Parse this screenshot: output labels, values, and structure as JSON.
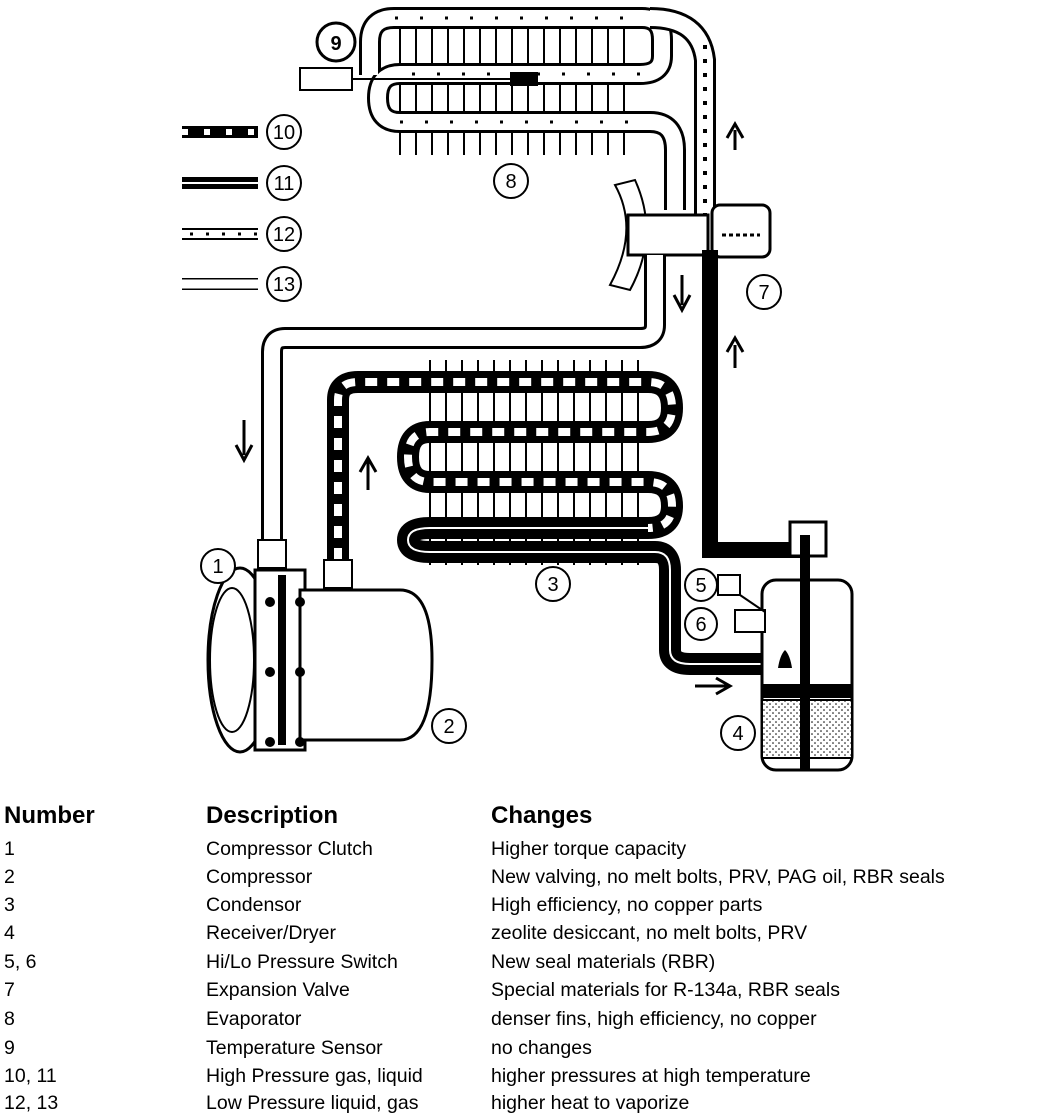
{
  "legend": {
    "items": [
      {
        "label": "10",
        "style": "high-pressure-gas"
      },
      {
        "label": "11",
        "style": "high-pressure-liquid"
      },
      {
        "label": "12",
        "style": "low-pressure-liquid"
      },
      {
        "label": "13",
        "style": "low-pressure-gas"
      }
    ]
  },
  "callouts": {
    "c1": "1",
    "c2": "2",
    "c3": "3",
    "c4": "4",
    "c5": "5",
    "c6": "6",
    "c7": "7",
    "c8": "8",
    "c9": "9"
  },
  "table": {
    "headers": {
      "number": "Number",
      "description": "Description",
      "changes": "Changes"
    },
    "rows": [
      {
        "number": "1",
        "description": "Compressor  Clutch",
        "changes": "Higher torque capacity"
      },
      {
        "number": "2",
        "description": "Compressor",
        "changes": "New valving, no melt bolts, PRV, PAG oil, RBR seals"
      },
      {
        "number": "3",
        "description": "Condensor",
        "changes": "High efficiency, no copper parts"
      },
      {
        "number": "4",
        "description": "Receiver/Dryer",
        "changes": "zeolite desiccant, no melt bolts, PRV"
      },
      {
        "number": "5, 6",
        "description": "Hi/Lo Pressure Switch",
        "changes": "New seal materials (RBR)"
      },
      {
        "number": "7",
        "description": "Expansion  Valve",
        "changes": "Special materials for R-134a, RBR seals"
      },
      {
        "number": "8",
        "description": "Evaporator",
        "changes": "denser fins, high efficiency, no copper"
      },
      {
        "number": "9",
        "description": "Temperature  Sensor",
        "changes": "no changes"
      },
      {
        "number": "10, 11",
        "description": "High Pressure gas, liquid",
        "changes": "higher pressures at high temperature"
      },
      {
        "number": "12, 13",
        "description": "Low Pressure liquid, gas",
        "changes": "higher heat  to vaporize"
      }
    ]
  }
}
